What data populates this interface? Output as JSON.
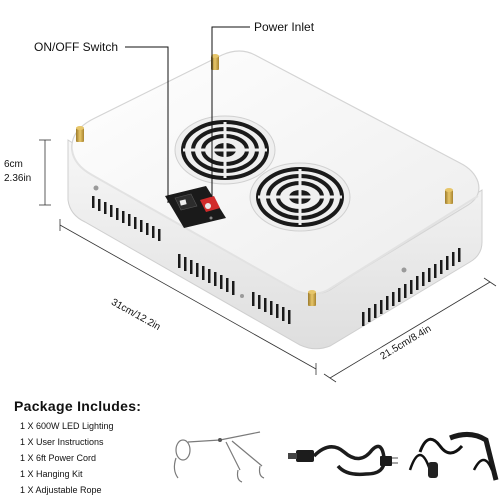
{
  "labels": {
    "switch": "ON/OFF Switch",
    "inlet": "Power Inlet",
    "height_cm": "6cm",
    "height_in": "2.36in",
    "length": "31cm/12.2in",
    "width": "21.5cm/8.4in"
  },
  "package": {
    "title": "Package Includes:",
    "items": [
      "1 X 600W LED Lighting",
      "1 X User Instructions",
      "1 X 6ft Power Cord",
      "1 X Hanging Kit",
      "1 X Adjustable Rope"
    ]
  },
  "colors": {
    "housing": "#f4f4f4",
    "housing_edge": "#d8d8d8",
    "vent_slots": "#1a1a1a",
    "brass_screw": "#c9a44a",
    "switch_red": "#d12b2b",
    "label_text": "#111111"
  }
}
